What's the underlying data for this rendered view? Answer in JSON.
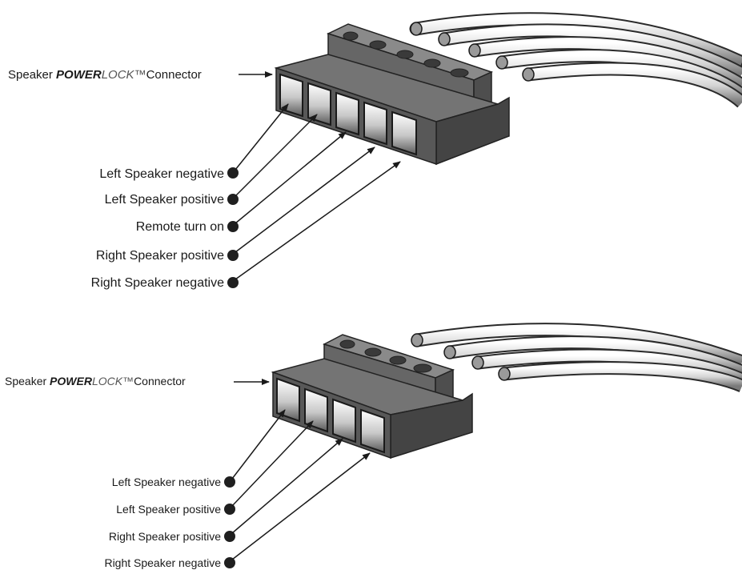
{
  "top_diagram": {
    "title": {
      "prefix": "Speaker ",
      "brand_bold": "POWER",
      "brand_light": "LOCK™",
      "suffix": "Connector"
    },
    "pins": [
      "Left Speaker negative",
      "Left Speaker positive",
      "Remote turn on",
      "Right Speaker positive",
      "Right Speaker negative"
    ]
  },
  "bottom_diagram": {
    "title": {
      "prefix": "Speaker ",
      "brand_bold": "POWER",
      "brand_light": "LOCK™",
      "suffix": "Connector"
    },
    "pins": [
      "Left  Speaker negative",
      "Left  Speaker positive",
      "Right  Speaker positive",
      "Right Speaker negative"
    ]
  },
  "colors": {
    "connector_body": "#585858",
    "connector_top": "#747474",
    "wire_insulation": "#d8d8d8",
    "text": "#1a1a1a",
    "dot": "#1f1f1f"
  }
}
